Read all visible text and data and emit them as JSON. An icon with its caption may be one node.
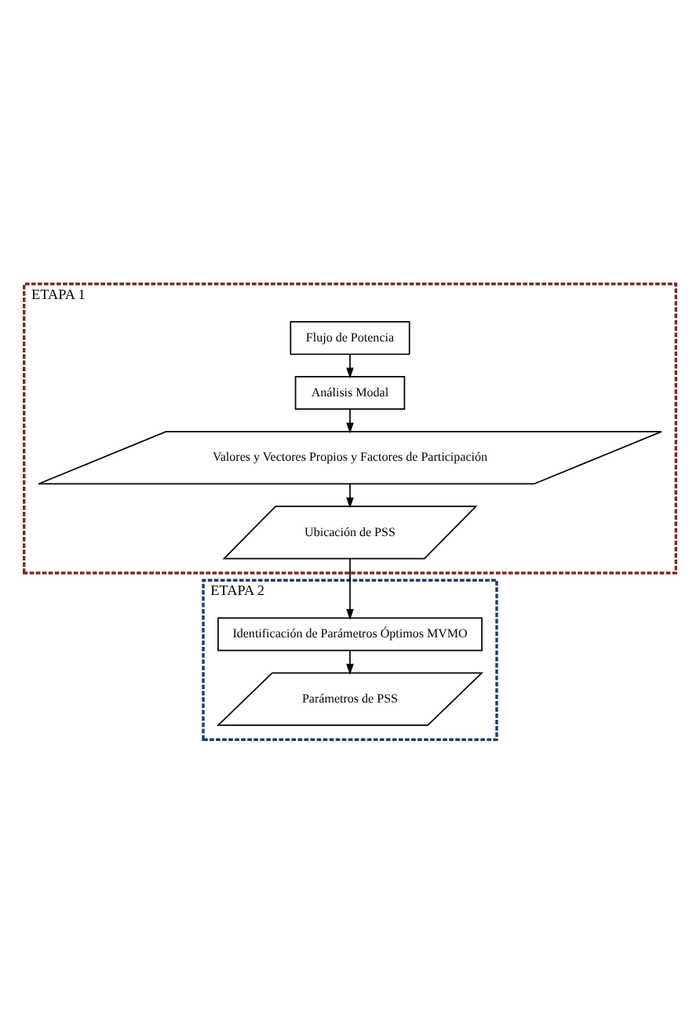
{
  "diagram": {
    "nodes": [
      {
        "text": [
          "ETAPA 1"
        ]
      },
      {
        "text": [
          "Flujo de Potencia"
        ],
        "in": 0
      },
      {
        "text": [
          "Análisis Modal"
        ],
        "in": 0
      },
      {
        "text": [
          "Valores y Vectores Propios y Factores de Participación"
        ],
        "in": 0
      },
      {
        "text": [
          "Ubicación de PSS"
        ],
        "in": 0
      },
      {
        "text": [
          "ETAPA 2"
        ]
      },
      {
        "text": [
          "Identificación de Parámetros Óptimos MVMO"
        ],
        "in": 5
      },
      {
        "text": [
          "Parámetros de PSS"
        ],
        "in": 5
      }
    ],
    "edges": [
      {
        "from": 1,
        "to": 2,
        "arrow": "to"
      },
      {
        "from": 2,
        "to": 3,
        "arrow": "to"
      },
      {
        "from": 3,
        "to": 4,
        "arrow": "to"
      },
      {
        "from": 4,
        "to": 6,
        "arrow": "to"
      },
      {
        "from": 6,
        "to": 7,
        "arrow": "to"
      }
    ]
  }
}
